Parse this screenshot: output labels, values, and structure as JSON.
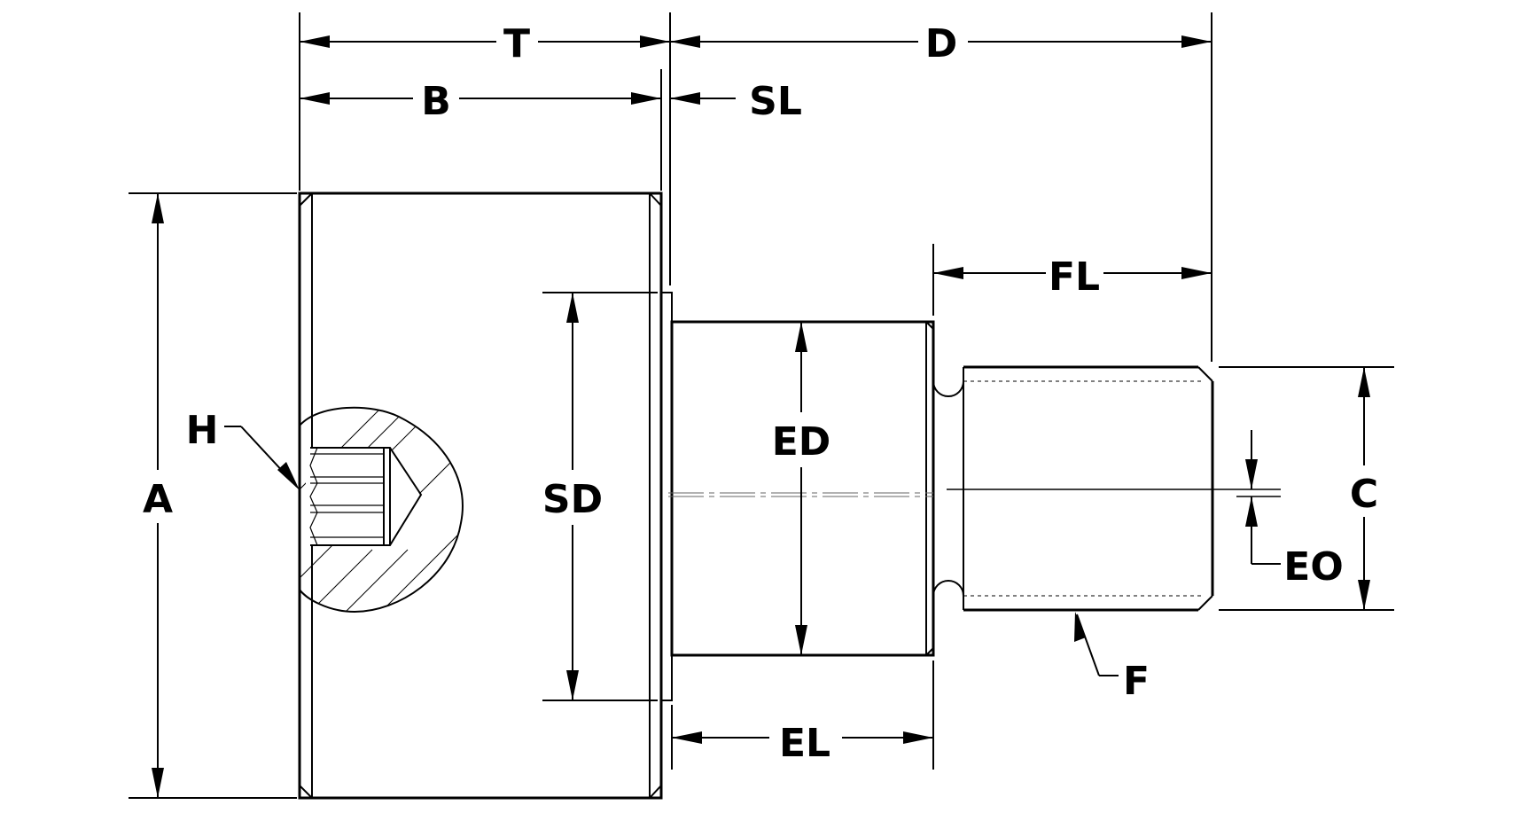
{
  "labels": {
    "T": "T",
    "D": "D",
    "B": "B",
    "SL": "SL",
    "FL": "FL",
    "H": "H",
    "A": "A",
    "SD": "SD",
    "ED": "ED",
    "C": "C",
    "EO": "EO",
    "F": "F",
    "EL": "EL"
  }
}
